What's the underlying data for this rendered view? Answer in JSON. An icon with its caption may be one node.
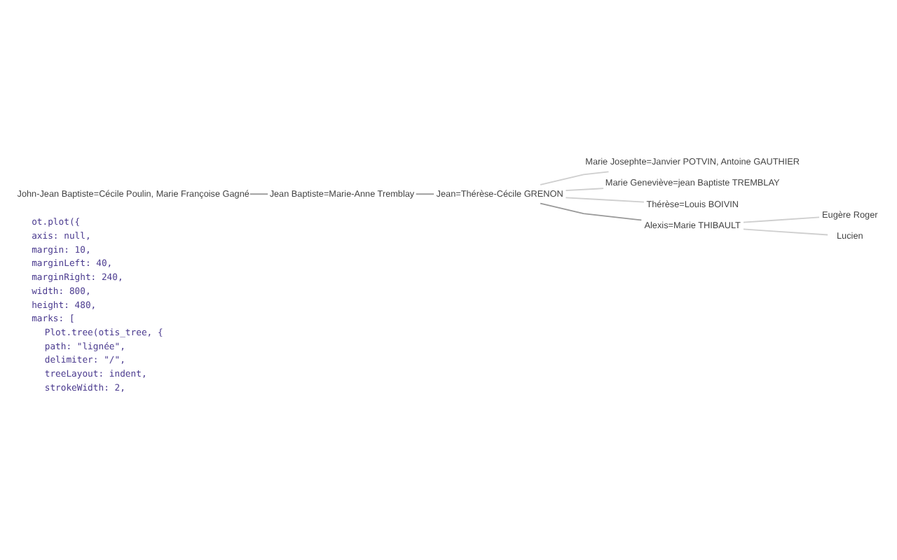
{
  "diagram": {
    "nodes": [
      {
        "text": [
          "John-Jean Baptiste=Cécile Poulin, Marie Françoise Gagné"
        ]
      },
      {
        "text": [
          "Jean Baptiste=Marie-Anne Tremblay"
        ]
      },
      {
        "text": [
          "Jean=Thérèse-Cécile GRENON"
        ]
      },
      {
        "text": [
          "Marie Josephte=Janvier POTVIN, Antoine GAUTHIER"
        ]
      },
      {
        "text": [
          "Marie Geneviève=jean Baptiste TREMBLAY"
        ]
      },
      {
        "text": [
          "Thérèse=Louis BOIVIN"
        ]
      },
      {
        "text": [
          "Alexis=Marie THIBAULT"
        ]
      },
      {
        "text": [
          "Eugère Roger"
        ]
      },
      {
        "text": [
          "Lucien"
        ]
      }
    ],
    "edges": [
      {
        "from": 0,
        "to": 1,
        "arrow": "none",
        "color": "#999999"
      },
      {
        "from": 1,
        "to": 2,
        "arrow": "none",
        "color": "#999999"
      },
      {
        "from": 2,
        "to": 3,
        "arrow": "none"
      },
      {
        "from": 2,
        "to": 4,
        "arrow": "none"
      },
      {
        "from": 2,
        "to": 5,
        "arrow": "none"
      },
      {
        "from": 2,
        "to": 6,
        "arrow": "none",
        "color": "#999999"
      },
      {
        "from": 6,
        "to": 7,
        "arrow": "none"
      },
      {
        "from": 6,
        "to": 8,
        "arrow": "none"
      }
    ],
    "labels": [
      "ot.plot({",
      "axis: null,",
      "margin: 10,",
      "marginLeft: 40,",
      "marginRight: 240,",
      "width: 800,",
      "height: 480,",
      "marks: [",
      "Plot.tree(otis_tree, {",
      "path: \"lignée\",",
      "delimiter: \"/\",",
      "treeLayout: indent,",
      "strokeWidth: 2,"
    ]
  }
}
